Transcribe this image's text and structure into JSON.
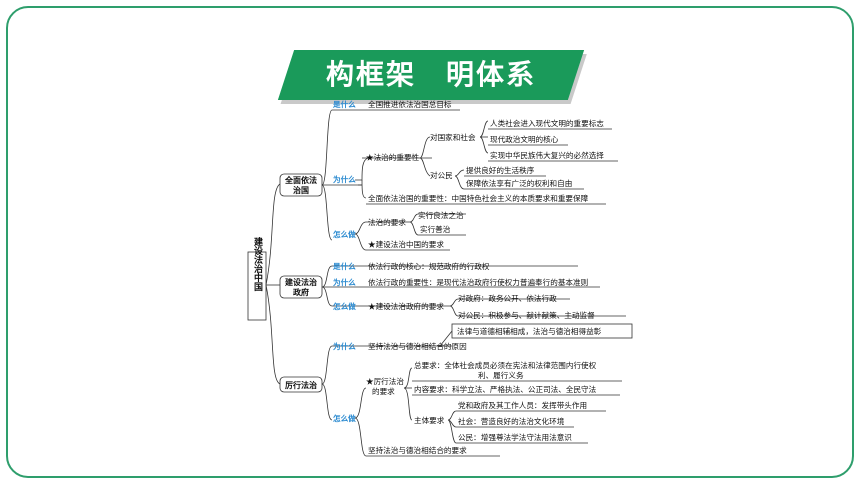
{
  "banner": {
    "title": "构框架　明体系"
  },
  "root": {
    "label": "建设法治中国"
  },
  "s1": {
    "label_line1": "全面依法",
    "label_line2": "治国",
    "shi_label": "是什么",
    "shi_text": "全国推进依法治国总目标",
    "wei_label": "为什么",
    "importance": "★法治的重要性",
    "country": "对国家和社会",
    "country_items": [
      "人类社会进入现代文明的重要标志",
      "现代政治文明的核心",
      "实现中华民族伟大复兴的必然选择"
    ],
    "citizen": "对公民",
    "citizen_items": [
      "提供良好的生活秩序",
      "保障依法享有广泛的权利和自由"
    ],
    "overall": "全面依法治国的重要性：中国特色社会主义的本质要求和重要保障",
    "zen_label": "怎么做",
    "req": "法治的要求",
    "req_items": [
      "实行良法之治",
      "实行善治"
    ],
    "build": "★建设法治中国的要求"
  },
  "s2": {
    "label_line1": "建设法治",
    "label_line2": "政府",
    "shi_label": "是什么",
    "shi_text": "依法行政的核心：规范政府的行政权",
    "wei_label": "为什么",
    "wei_text": "依法行政的重要性：是现代法治政府行使权力普遍奉行的基本准则",
    "zen_label": "怎么做",
    "zen_text": "★建设法治政府的要求",
    "zen_items": [
      "对政府：政务公开、依法行政",
      "对公民：积极参与、献计献策、主动监督"
    ]
  },
  "s3": {
    "label": "厉行法治",
    "wei_label": "为什么",
    "wei_text": "坚持法治与德治相结合的原因",
    "wei_note": "法律与道德相辅相成，法治与德治相得益彰",
    "zen_label": "怎么做",
    "strict_line1": "★厉行法治",
    "strict_line2": "的要求",
    "general_line1": "总要求：全体社会成员必须在宪法和法律范围内行使权",
    "general_line2": "利、履行义务",
    "content": "内容要求：科学立法、严格执法、公正司法、全民守法",
    "subject": "主体要求",
    "subject_items": [
      "党和政府及其工作人员：发挥带头作用",
      "社会：营造良好的法治文化环境",
      "公民：增强尊法学法守法用法意识"
    ],
    "combine": "坚持法治与德治相结合的要求"
  }
}
